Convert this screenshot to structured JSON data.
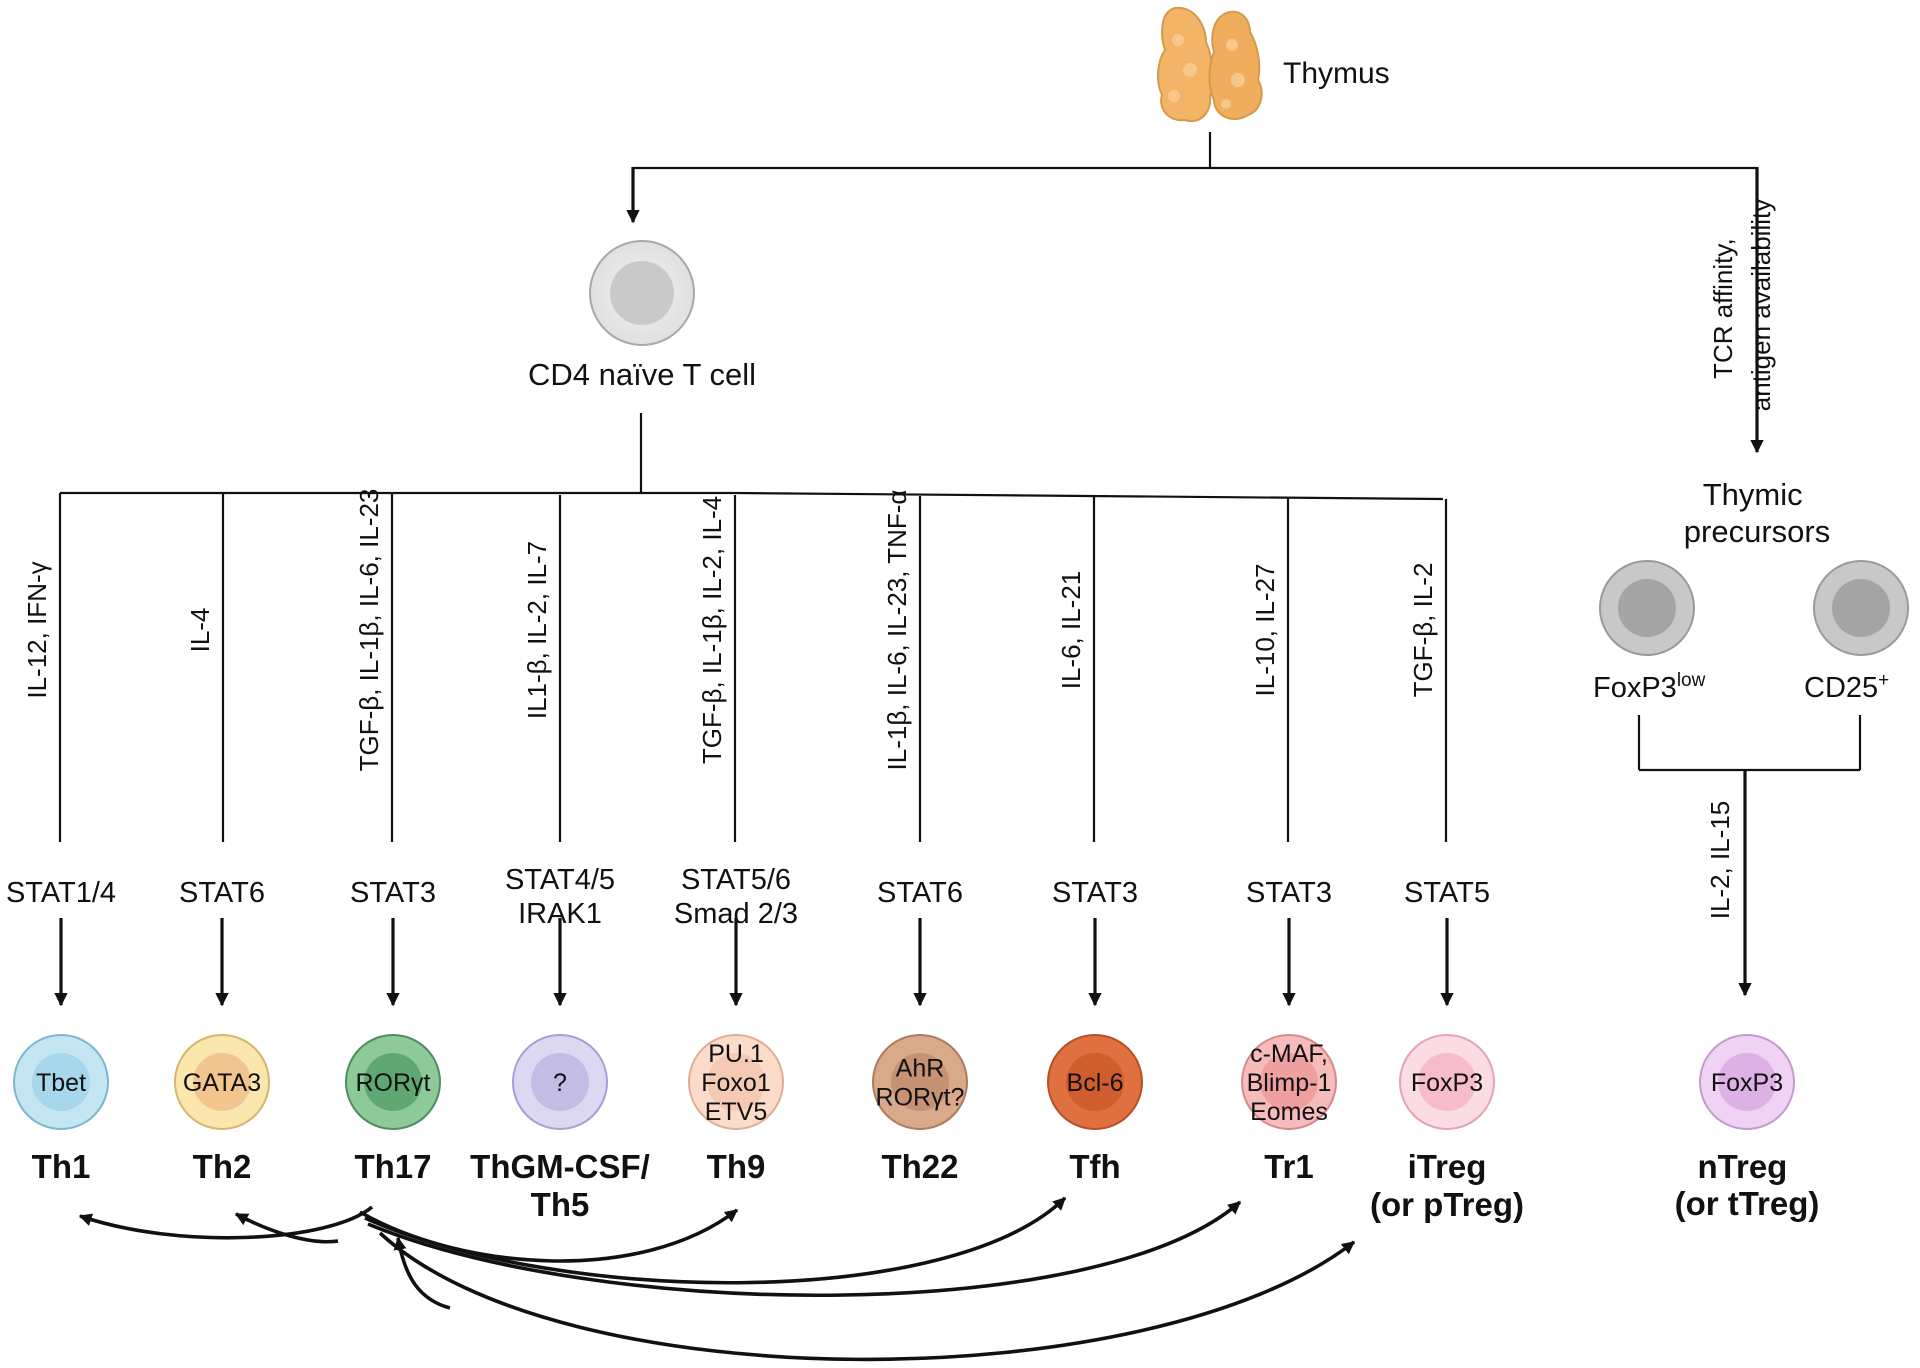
{
  "thymus": {
    "label": "Thymus",
    "color": "#f2b467"
  },
  "naive": {
    "label": "CD4 naïve T cell"
  },
  "right_branch_condition": [
    "TCR affinity,",
    "antigen availability"
  ],
  "thymic_precursors": {
    "title": [
      "Thymic",
      "precursors"
    ],
    "cells": [
      {
        "label": "FoxP3",
        "sup": "low"
      },
      {
        "label": "CD25",
        "sup": "+"
      }
    ],
    "cytokines": "IL-2, IL-15"
  },
  "subsets": [
    {
      "cytokines": "IL-12, IFN-γ",
      "stat": [
        "STAT1/4"
      ],
      "tf": [
        "Tbet"
      ],
      "name": [
        "Th1"
      ],
      "outer": "#c4e6f2",
      "inner": "#a6d7ec",
      "stroke": "#7db7cf"
    },
    {
      "cytokines": "IL-4",
      "stat": [
        "STAT6"
      ],
      "tf": [
        "GATA3"
      ],
      "name": [
        "Th2"
      ],
      "outer": "#fbe6ae",
      "inner": "#f2c48e",
      "stroke": "#d6b66a"
    },
    {
      "cytokines": "TGF-β, IL-1β, IL-6, IL-23",
      "stat": [
        "STAT3"
      ],
      "tf": [
        "RORγt"
      ],
      "name": [
        "Th17"
      ],
      "outer": "#8ec99a",
      "inner": "#5fa874",
      "stroke": "#4e8d5e"
    },
    {
      "cytokines": "IL1-β, IL-2, IL-7",
      "stat": [
        "STAT4/5",
        "IRAK1"
      ],
      "tf": [
        "?"
      ],
      "name": [
        "ThGM-CSF/",
        "Th5"
      ],
      "outer": "#dcd8f2",
      "inner": "#c2bce6",
      "stroke": "#a6a0d2"
    },
    {
      "cytokines": "TGF-β, IL-1β, IL-2, IL-4",
      "stat": [
        "STAT5/6",
        "Smad 2/3"
      ],
      "tf": [
        "PU.1",
        "Foxo1",
        "ETV5"
      ],
      "name": [
        "Th9"
      ],
      "outer": "#fbdccb",
      "inner": "#f6c9b4",
      "stroke": "#e0ad94"
    },
    {
      "cytokines": "IL-1β, IL-6, IL-23, TNF-α",
      "stat": [
        "STAT6"
      ],
      "tf": [
        "AhR",
        "RORγt?"
      ],
      "name": [
        "Th22"
      ],
      "outer": "#d8a98a",
      "inner": "#c69273",
      "stroke": "#ad7c5f"
    },
    {
      "cytokines": "IL-6, IL-21",
      "stat": [
        "STAT3"
      ],
      "tf": [
        "Bcl-6"
      ],
      "name": [
        "Tfh"
      ],
      "outer": "#e0703f",
      "inner": "#cf5d2e",
      "stroke": "#b65026"
    },
    {
      "cytokines": "IL-10, IL-27",
      "stat": [
        "STAT3"
      ],
      "tf": [
        "c-MAF,",
        "Blimp-1",
        "Eomes"
      ],
      "name": [
        "Tr1"
      ],
      "outer": "#f6bcbc",
      "inner": "#ee9f9f",
      "stroke": "#d88a8a"
    },
    {
      "cytokines": "TGF-β, IL-2",
      "stat": [
        "STAT5"
      ],
      "tf": [
        "FoxP3"
      ],
      "name": [
        "iTreg",
        "(or pTreg)"
      ],
      "outer": "#fbdce4",
      "inner": "#f7bccc",
      "stroke": "#e3a4b4"
    }
  ],
  "ntreg": {
    "tf": [
      "FoxP3"
    ],
    "name": [
      "nTreg",
      "(or tTreg)"
    ],
    "outer": "#f0d3f4",
    "inner": "#ddb0e6",
    "stroke": "#c59ad0"
  }
}
